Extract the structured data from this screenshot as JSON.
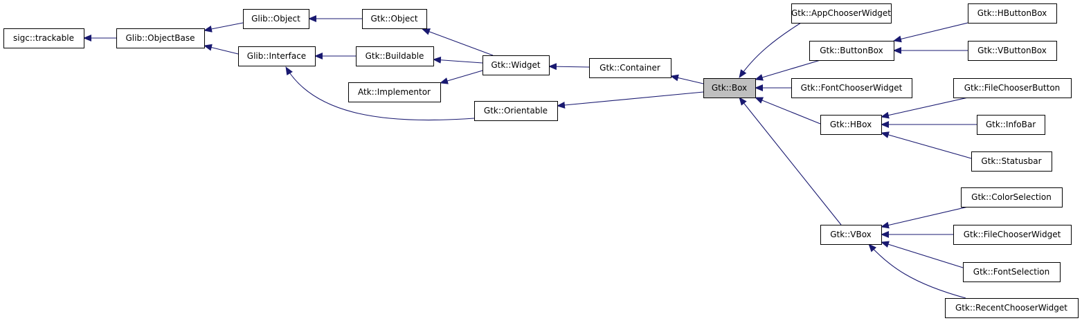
{
  "diagram": {
    "type": "class-inheritance-graph",
    "current": "gtk-box",
    "colors": {
      "edge": "#191970",
      "current_fill": "#bfbfbf",
      "node_fill": "#ffffff",
      "border": "#000000"
    },
    "nodes": [
      {
        "id": "sigc-trackable",
        "label": "sigc::trackable"
      },
      {
        "id": "glib-objectbase",
        "label": "Glib::ObjectBase"
      },
      {
        "id": "glib-object",
        "label": "Glib::Object"
      },
      {
        "id": "glib-interface",
        "label": "Glib::Interface"
      },
      {
        "id": "gtk-object",
        "label": "Gtk::Object"
      },
      {
        "id": "gtk-buildable",
        "label": "Gtk::Buildable"
      },
      {
        "id": "atk-implementor",
        "label": "Atk::Implementor"
      },
      {
        "id": "gtk-widget",
        "label": "Gtk::Widget"
      },
      {
        "id": "gtk-orientable",
        "label": "Gtk::Orientable"
      },
      {
        "id": "gtk-container",
        "label": "Gtk::Container"
      },
      {
        "id": "gtk-box",
        "label": "Gtk::Box"
      },
      {
        "id": "gtk-appchooserwidget",
        "label": "Gtk::AppChooserWidget"
      },
      {
        "id": "gtk-buttonbox",
        "label": "Gtk::ButtonBox"
      },
      {
        "id": "gtk-fontchooserwidget",
        "label": "Gtk::FontChooserWidget"
      },
      {
        "id": "gtk-hbox",
        "label": "Gtk::HBox"
      },
      {
        "id": "gtk-vbox",
        "label": "Gtk::VBox"
      },
      {
        "id": "gtk-hbuttonbox",
        "label": "Gtk::HButtonBox"
      },
      {
        "id": "gtk-vbuttonbox",
        "label": "Gtk::VButtonBox"
      },
      {
        "id": "gtk-filechooserbutton",
        "label": "Gtk::FileChooserButton"
      },
      {
        "id": "gtk-infobar",
        "label": "Gtk::InfoBar"
      },
      {
        "id": "gtk-statusbar",
        "label": "Gtk::Statusbar"
      },
      {
        "id": "gtk-colorselection",
        "label": "Gtk::ColorSelection"
      },
      {
        "id": "gtk-filechooserwidget",
        "label": "Gtk::FileChooserWidget"
      },
      {
        "id": "gtk-fontselection",
        "label": "Gtk::FontSelection"
      },
      {
        "id": "gtk-recentchooserwidget",
        "label": "Gtk::RecentChooserWidget"
      }
    ],
    "edges": [
      {
        "from": "glib-objectbase",
        "to": "sigc-trackable"
      },
      {
        "from": "glib-object",
        "to": "glib-objectbase"
      },
      {
        "from": "glib-interface",
        "to": "glib-objectbase"
      },
      {
        "from": "gtk-object",
        "to": "glib-object"
      },
      {
        "from": "gtk-buildable",
        "to": "glib-interface"
      },
      {
        "from": "gtk-orientable",
        "to": "glib-interface"
      },
      {
        "from": "gtk-widget",
        "to": "gtk-object"
      },
      {
        "from": "gtk-widget",
        "to": "gtk-buildable"
      },
      {
        "from": "gtk-widget",
        "to": "atk-implementor"
      },
      {
        "from": "gtk-container",
        "to": "gtk-widget"
      },
      {
        "from": "gtk-box",
        "to": "gtk-container"
      },
      {
        "from": "gtk-box",
        "to": "gtk-orientable"
      },
      {
        "from": "gtk-appchooserwidget",
        "to": "gtk-box"
      },
      {
        "from": "gtk-buttonbox",
        "to": "gtk-box"
      },
      {
        "from": "gtk-fontchooserwidget",
        "to": "gtk-box"
      },
      {
        "from": "gtk-hbox",
        "to": "gtk-box"
      },
      {
        "from": "gtk-vbox",
        "to": "gtk-box"
      },
      {
        "from": "gtk-hbuttonbox",
        "to": "gtk-buttonbox"
      },
      {
        "from": "gtk-vbuttonbox",
        "to": "gtk-buttonbox"
      },
      {
        "from": "gtk-filechooserbutton",
        "to": "gtk-hbox"
      },
      {
        "from": "gtk-infobar",
        "to": "gtk-hbox"
      },
      {
        "from": "gtk-statusbar",
        "to": "gtk-hbox"
      },
      {
        "from": "gtk-colorselection",
        "to": "gtk-vbox"
      },
      {
        "from": "gtk-filechooserwidget",
        "to": "gtk-vbox"
      },
      {
        "from": "gtk-fontselection",
        "to": "gtk-vbox"
      },
      {
        "from": "gtk-recentchooserwidget",
        "to": "gtk-vbox"
      }
    ]
  }
}
